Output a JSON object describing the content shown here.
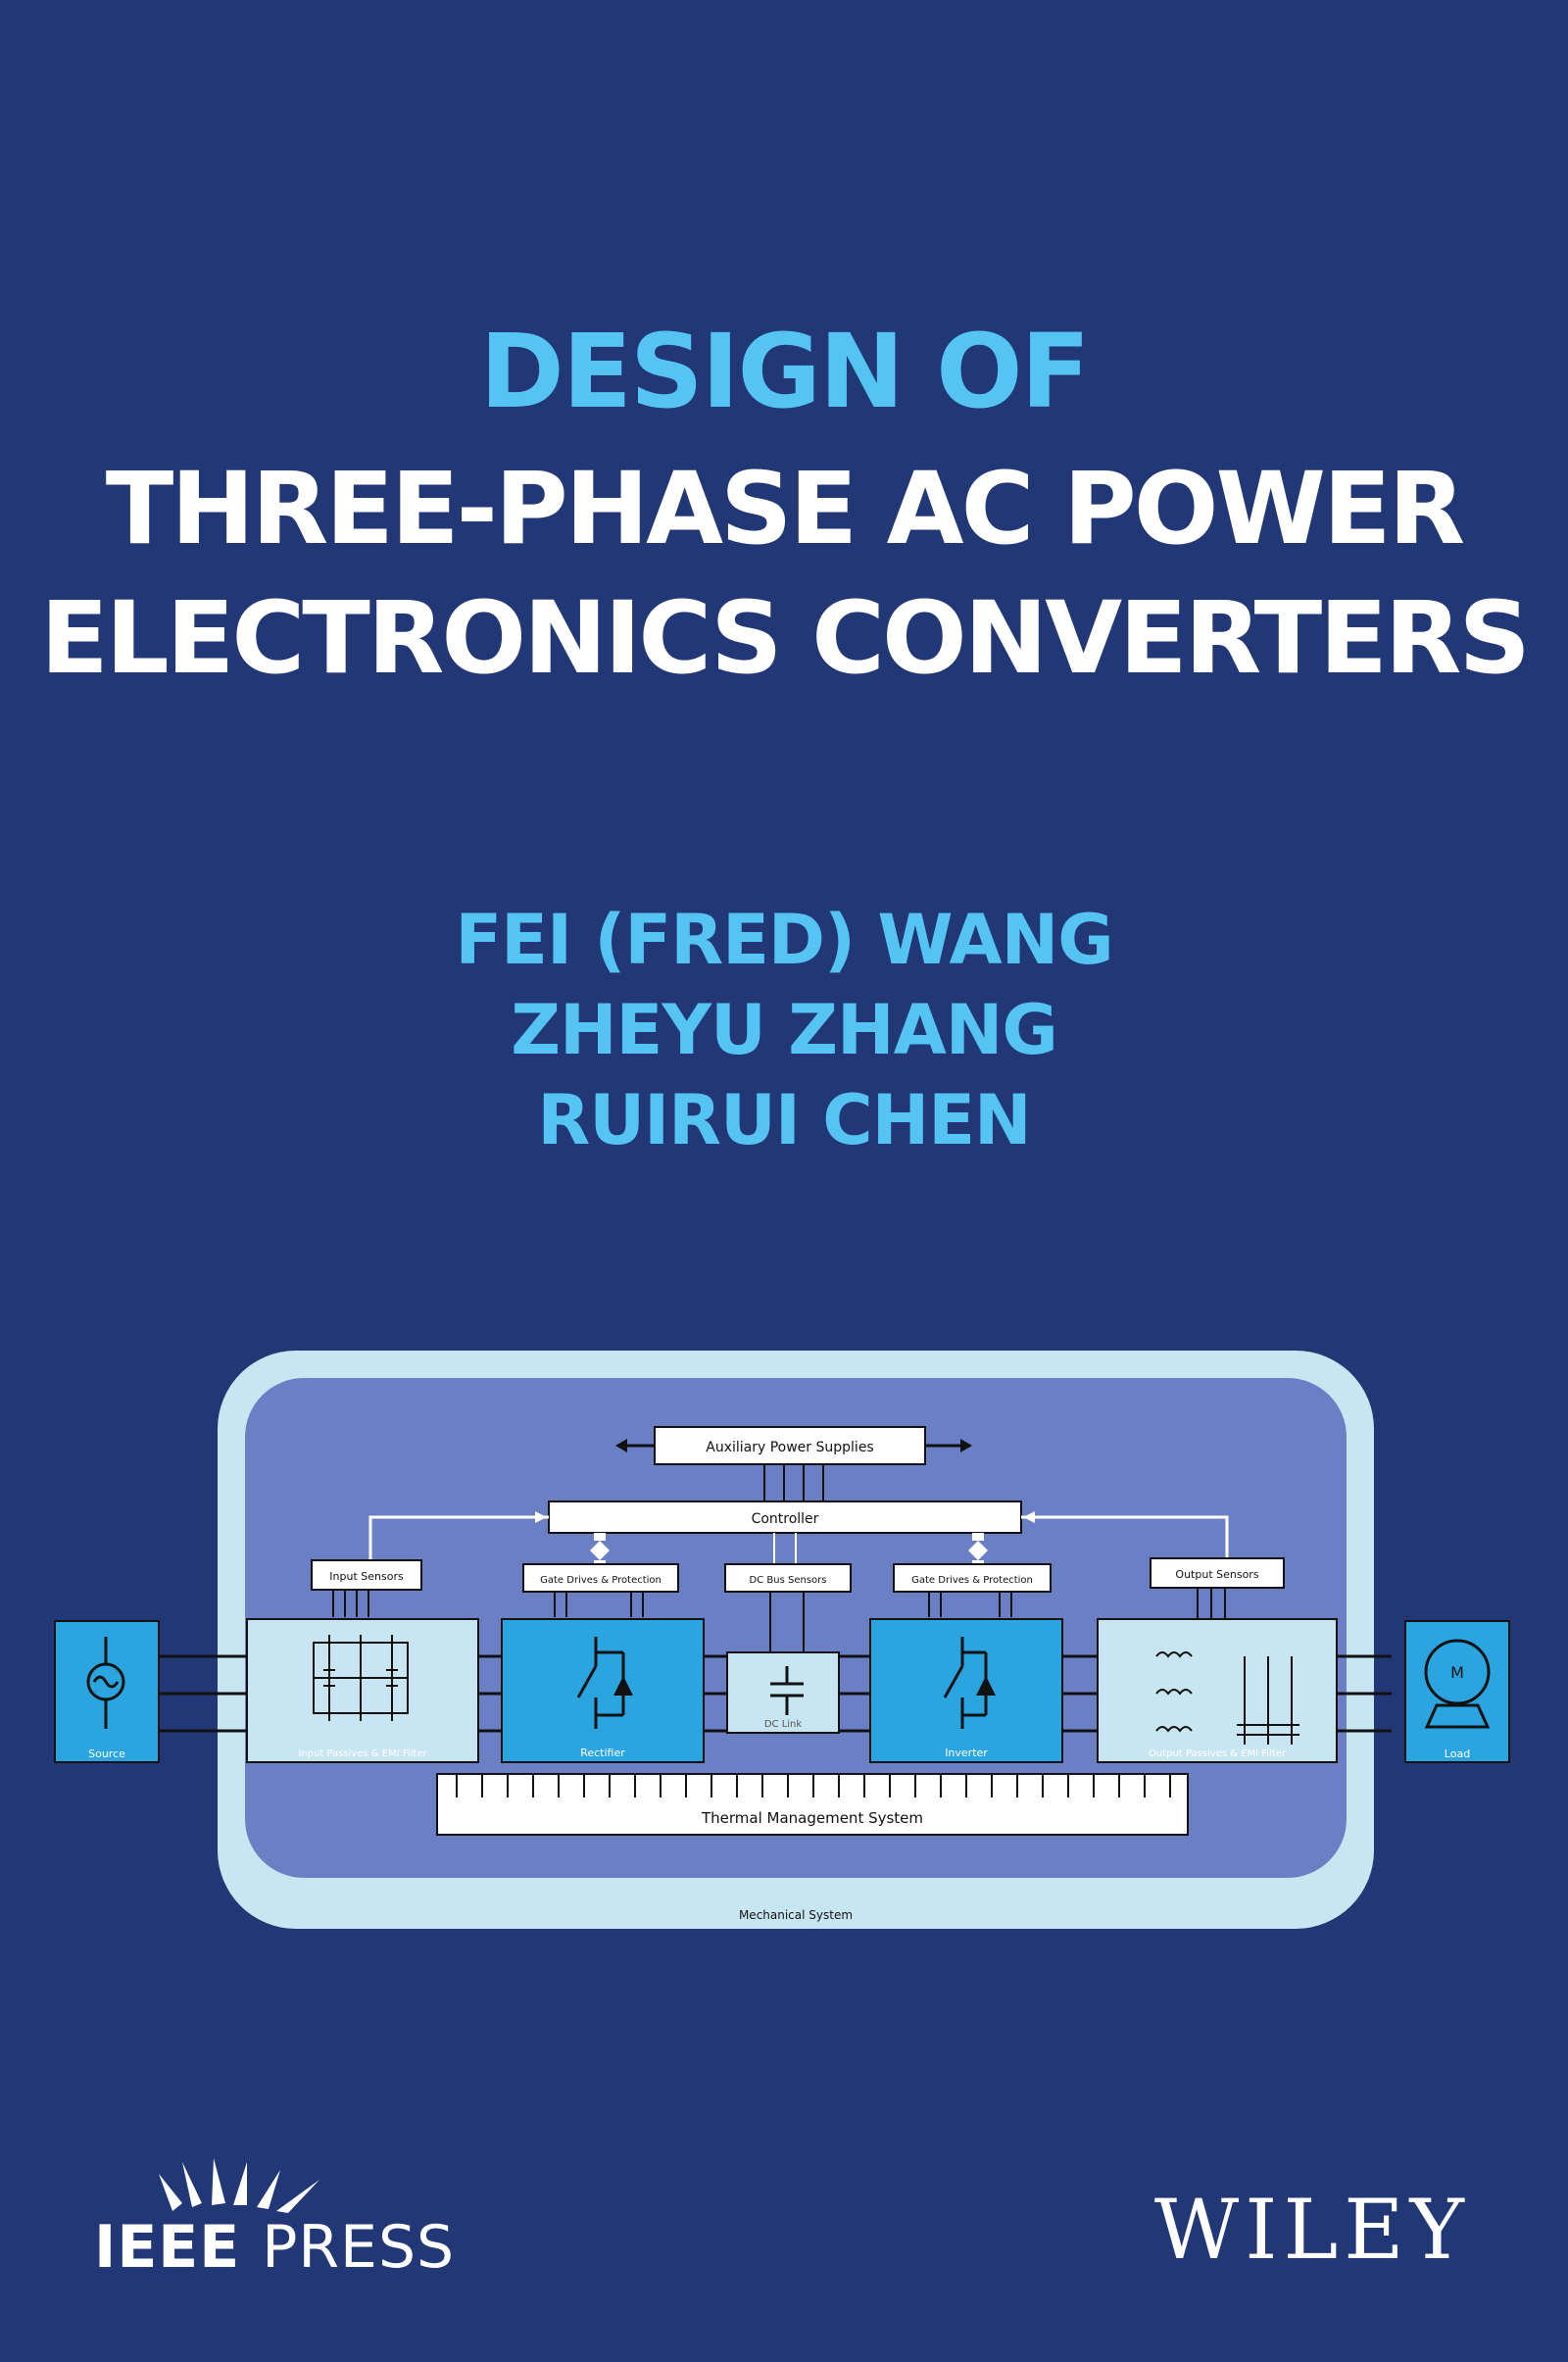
{
  "title": {
    "line1": "DESIGN OF",
    "line2": "THREE-PHASE AC POWER",
    "line3": "ELECTRONICS CONVERTERS"
  },
  "authors": [
    "FEI (FRED) WANG",
    "ZHEYU ZHANG",
    "RUIRUI CHEN"
  ],
  "diagram": {
    "auxiliary": "Auxiliary Power Supplies",
    "controller": "Controller",
    "input_sensors": "Input Sensors",
    "gate_drive_rect": "Gate Drives & Protection",
    "dc_bus_sensors": "DC Bus Sensors",
    "gate_drive_inv": "Gate Drives & Protection",
    "output_sensors": "Output Sensors",
    "source": "Source",
    "input_filter": "Input Passives & EMI Filter",
    "rectifier": "Rectifier",
    "dc_link": "DC Link",
    "inverter": "Inverter",
    "output_filter": "Output Passives & EMI Filter",
    "load": "Load",
    "motor": "M",
    "thermal": "Thermal Management System",
    "mechanical": "Mechanical System"
  },
  "publisher": {
    "ieee": "IEEE",
    "press": "PRESS",
    "wiley": "WILEY"
  },
  "colors": {
    "background": "#223776",
    "accent": "#55c4f2",
    "diagram_block": "#2aa5e0",
    "diagram_light": "#c8e6f1",
    "diagram_mid": "#6b80c4"
  }
}
